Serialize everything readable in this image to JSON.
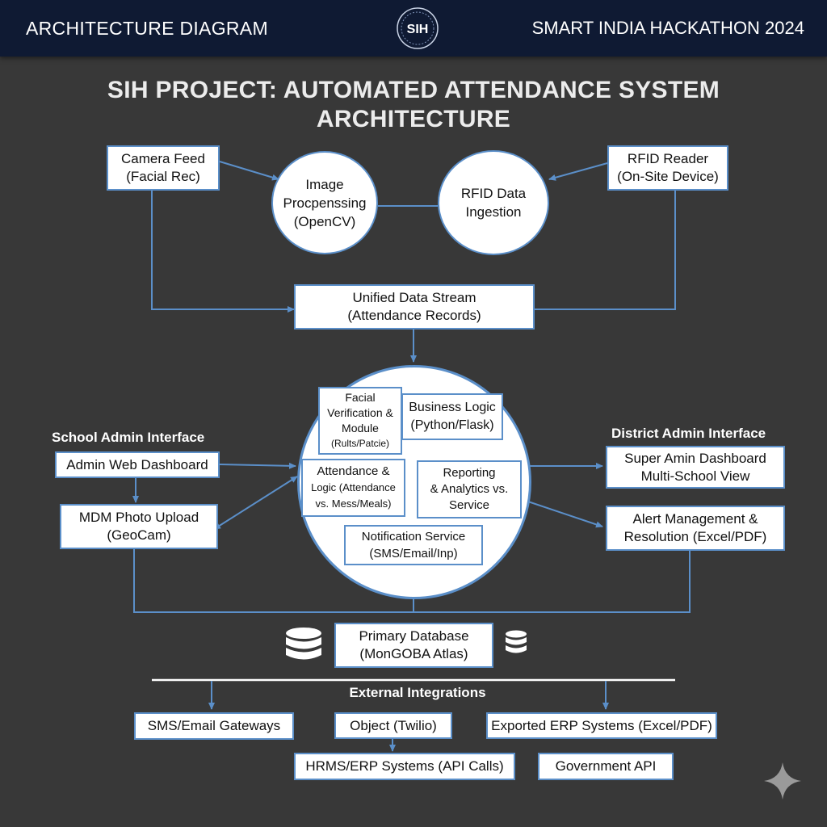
{
  "header": {
    "left_title": "ARCHITECTURE DIAGRAM",
    "right_title": "SMART INDIA HACKATHON 2024",
    "logo_text": "SIH",
    "logo_icon": "sih-emblem-logo"
  },
  "title": {
    "line1": "SIH PROJECT: AUTOMATED ATTENDANCE SYSTEM",
    "line2": "ARCHITECTURE"
  },
  "inputs": {
    "camera_feed": {
      "line1": "Camera Feed",
      "line2": "(Facial Rec)"
    },
    "rfid_reader": {
      "line1": "RFID Reader",
      "line2": "(On-Site Device)"
    },
    "image_processing": {
      "line1": "Image",
      "line2": "Procpenssing",
      "line3": "(OpenCV)"
    },
    "rfid_ingestion": {
      "line1": "RFID Data",
      "line2": "Ingestion"
    },
    "unified_stream": {
      "line1": "Unified Data Stream",
      "line2": "(Attendance Records)"
    }
  },
  "core": {
    "facial_module": {
      "line1": "Facial",
      "line2": "Verification &",
      "line3": "Module",
      "line4": "(Rults/Patcie)"
    },
    "business_logic": {
      "line1": "Business Logic",
      "line2": "(Python/Flask)"
    },
    "attendance_logic": {
      "line1": "Attendance &",
      "line2": "Logic (Attendance",
      "line3": "vs. Mess/Meals)"
    },
    "reporting": {
      "line1": "Reporting",
      "line2": "& Analytics vs.",
      "line3": "Service"
    },
    "notification": {
      "line1": "Notification Service",
      "line2": "(SMS/Email/Inp)"
    }
  },
  "school_admin": {
    "label": "School Admin Interface",
    "dashboard": "Admin Web Dashboard",
    "mdm_upload": {
      "line1": "MDM Photo Upload",
      "line2": "(GeoCam)"
    }
  },
  "district_admin": {
    "label": "District Admin Interface",
    "super_dashboard": {
      "line1": "Super Amin Dashboard",
      "line2": "Multi-School View"
    },
    "alert_mgmt": {
      "line1": "Alert Management &",
      "line2": "Resolution (Excel/PDF)"
    }
  },
  "database": {
    "line1": "Primary Database",
    "line2": "(MonGOBA Atlas)",
    "icon": "database-icon"
  },
  "external": {
    "label": "External Integrations",
    "sms_gateways": "SMS/Email Gateways",
    "object_twilio": "Object (Twilio)",
    "exported_erp": "Exported ERP Systems (Excel/PDF)",
    "hrms_erp": "HRMS/ERP Systems (API Calls)",
    "government_api": "Government API"
  },
  "colors": {
    "background": "#383838",
    "header": "#0f1a33",
    "accent": "#5b8fc9",
    "box_fill": "#ffffff"
  }
}
